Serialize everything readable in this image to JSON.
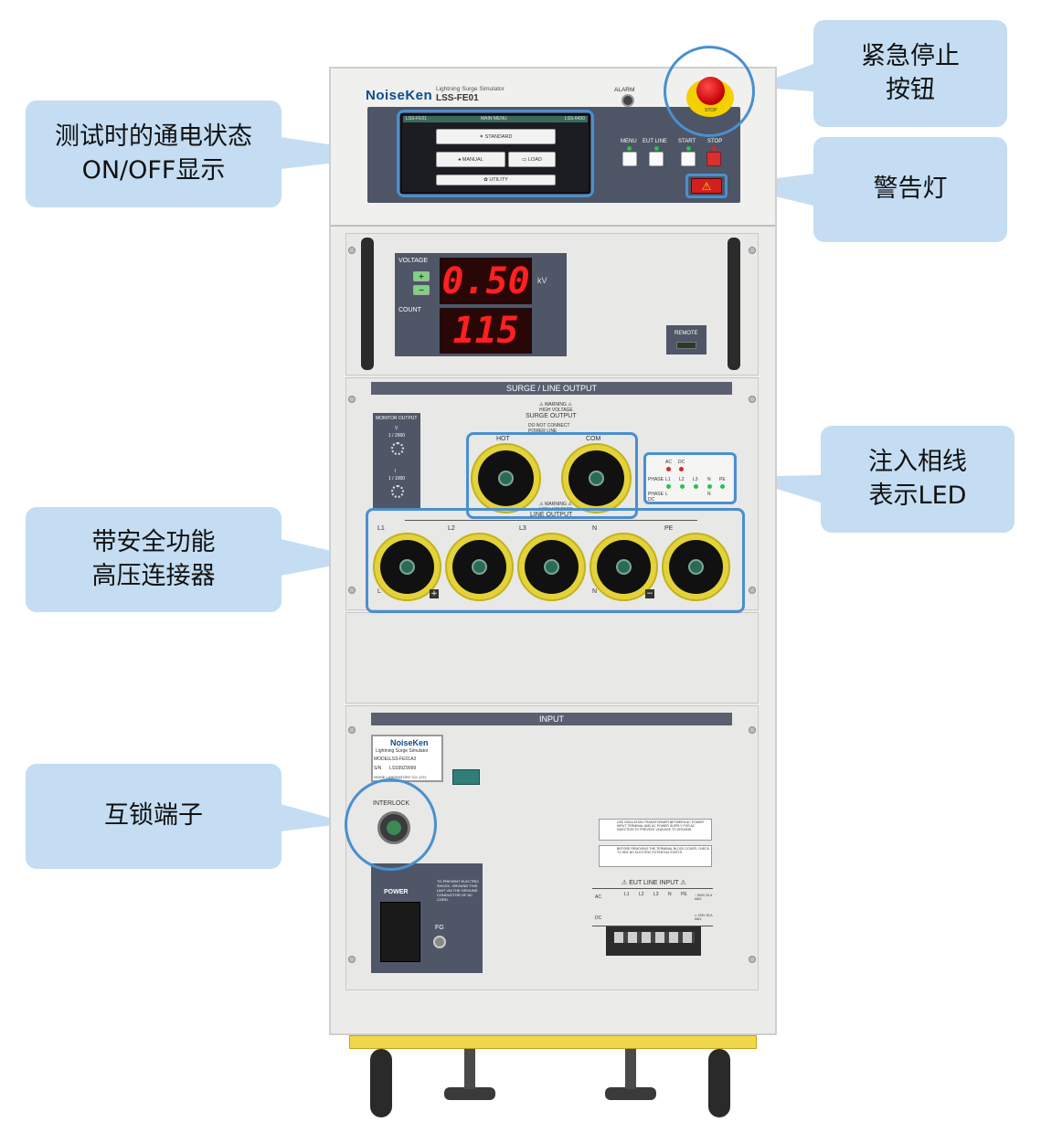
{
  "device": {
    "brand": "NoiseKen",
    "product_line": "Lightning Surge Simulator",
    "model": "LSS-FE01",
    "alarm_label": "ALARM",
    "stop_label": "STOP"
  },
  "lcd": {
    "header_left": "LSS-FE01",
    "header_center": "MAIN MENU",
    "header_right": "LSS-6430",
    "btn_standard": "✦ STANDARD",
    "btn_manual": "♠ MANUAL",
    "btn_load": "▭ LOAD",
    "btn_utility": "✿ UTILITY"
  },
  "panel_buttons": {
    "menu": "MENU",
    "eut_line": "EUT LINE",
    "start": "START",
    "stop": "STOP"
  },
  "meter": {
    "voltage_label": "VOLTAGE",
    "voltage_value": "0.50",
    "voltage_unit": "kV",
    "count_label": "COUNT",
    "count_value": "115",
    "plus_sign": "+",
    "minus_sign": "−"
  },
  "remote_label": "REMOTE",
  "surge_section": {
    "title": "SURGE / LINE OUTPUT",
    "monitor_title": "MONITOR OUTPUT",
    "monitor_v": "V",
    "monitor_v_ratio": "1 / 2000",
    "monitor_i": "I",
    "monitor_i_ratio": "1 / 1000",
    "warning_text": "⚠ WARNING ⚠",
    "high_voltage": "HIGH VOLTAGE",
    "surge_output": "SURGE OUTPUT",
    "no_connect": "DO NOT CONNECT POWER LINE",
    "hot": "HOT",
    "com": "COM",
    "line_output": "LINE OUTPUT",
    "line_labels": [
      "L1",
      "L2",
      "L3",
      "N",
      "PE"
    ],
    "l_label": "L",
    "n_label": "N",
    "plus_box": "+",
    "minus_box": "−"
  },
  "phase_leds": {
    "ac": "AC",
    "dc": "DC",
    "phase": "PHASE",
    "l1": "L1",
    "l2": "L2",
    "l3": "L3",
    "n": "N",
    "pe": "PE",
    "phase2": "PHASE",
    "l": "L",
    "dc2": "DC",
    "n2": "N"
  },
  "input_section": {
    "title": "INPUT",
    "nameplate_brand": "NoiseKen",
    "nameplate_product": "Lightning Surge Simulator",
    "model_label": "MODEL",
    "model_value": "LSS-FE01A3",
    "sn_label": "S/N",
    "sn_value": "LSS99Z9999",
    "maker": "NOISE LABORATORY CO.,LTD.",
    "interlock": "INTERLOCK",
    "power": "POWER",
    "fg": "FG",
    "power_warning": "TO PREVENT ELECTRIC SHOCK, GROUND THIS UNIT VIA THE GROUND CONDUCTOR OF AC CORD.",
    "warn_transformer": "USE INSULATION TRANSFORMER BETWEEN AC POWER INPUT TERMINAL AND AC POWER SUPPLY FOR AC INJECTION TO PREVENT LEAKAGE TO GROUND.",
    "warn_cover": "BEFORE REMOVING THE TERMINAL BLOCK COVER, CHECK TO SEE NO ELECTRIC POTENTIAL EXISTS.",
    "eut_line_input": "⚠ EUT LINE INPUT ⚠",
    "ac": "AC",
    "dc": "DC",
    "col_l1": "L1",
    "col_l2": "L2",
    "col_l3": "L3",
    "col_n": "N",
    "col_pe": "PE",
    "rating_ac": "~ 500V 30 A MAX",
    "rating_dc": "═ 125V 30 A MAX"
  },
  "callouts": {
    "lcd_status": [
      "测试时的通电状态",
      "ON/OFF显示"
    ],
    "emergency_stop": [
      "紧急停止",
      "按钮"
    ],
    "warning_lamp": [
      "警告灯"
    ],
    "phase_led": [
      "注入相线",
      "表示LED"
    ],
    "hv_connector": [
      "带安全功能",
      "高压连接器"
    ],
    "interlock": [
      "互锁端子"
    ]
  },
  "colors": {
    "callout_bg": "#c4ddf2",
    "highlight": "#4a8fcf",
    "connector_yellow": "#e4d23a",
    "display_red": "#ff2020",
    "panel_dark": "#4f5667"
  }
}
